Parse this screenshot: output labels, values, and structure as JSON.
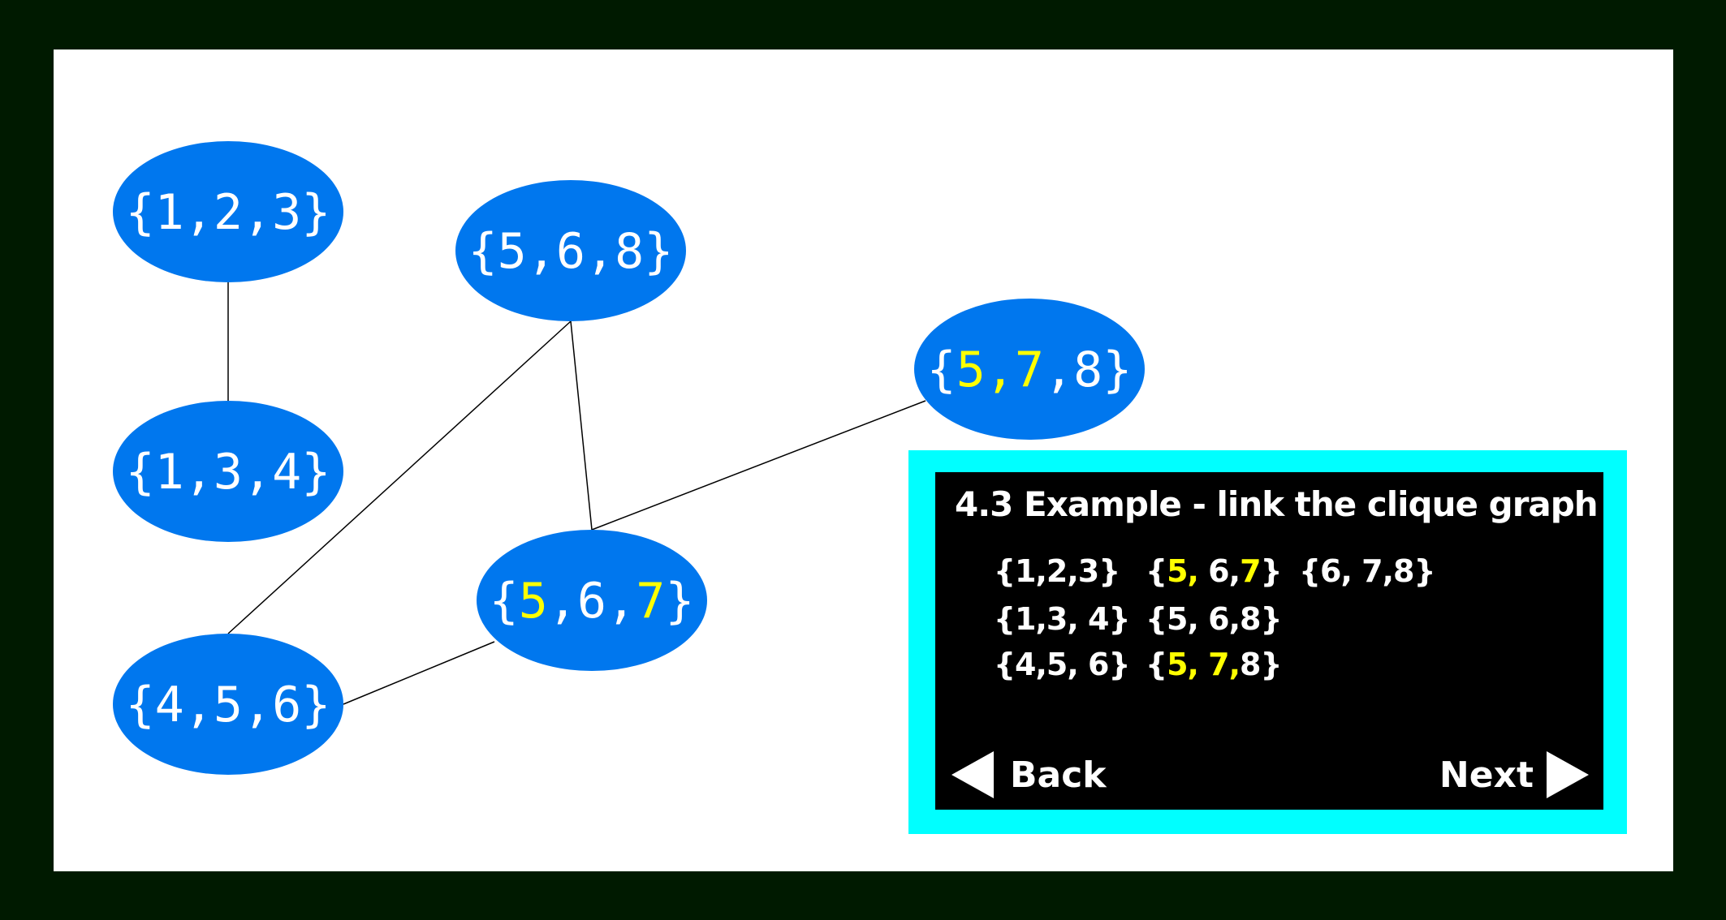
{
  "colors": {
    "frame": "#001a00",
    "canvas": "#ffffff",
    "node_fill": "#0077ee",
    "node_text": "#ffffff",
    "highlight": "#ffff00",
    "panel_border": "#00ffff",
    "panel_bg": "#000000",
    "edge": "#000000"
  },
  "graph": {
    "nodes": [
      {
        "id": "n123",
        "label": "{1,2,3}",
        "parts": [
          {
            "t": "{1,2,3}",
            "hl": false
          }
        ]
      },
      {
        "id": "n134",
        "label": "{1,3,4}",
        "parts": [
          {
            "t": "{1,3,4}",
            "hl": false
          }
        ]
      },
      {
        "id": "n456",
        "label": "{4,5,6}",
        "parts": [
          {
            "t": "{4,5,6}",
            "hl": false
          }
        ]
      },
      {
        "id": "n568",
        "label": "{5,6,8}",
        "parts": [
          {
            "t": "{5,6,8}",
            "hl": false
          }
        ]
      },
      {
        "id": "n567",
        "label": "{5,6,7}",
        "parts": [
          {
            "t": "{",
            "hl": false
          },
          {
            "t": "5",
            "hl": true
          },
          {
            "t": ",6,",
            "hl": false
          },
          {
            "t": "7",
            "hl": true
          },
          {
            "t": "}",
            "hl": false
          }
        ]
      },
      {
        "id": "n578",
        "label": "{5,7,8}",
        "parts": [
          {
            "t": "{",
            "hl": false
          },
          {
            "t": "5,7",
            "hl": true
          },
          {
            "t": ",8}",
            "hl": false
          }
        ]
      }
    ],
    "edges": [
      {
        "from": "n123",
        "to": "n134"
      },
      {
        "from": "n456",
        "to": "n568"
      },
      {
        "from": "n568",
        "to": "n567"
      },
      {
        "from": "n567",
        "to": "n578"
      },
      {
        "from": "n456",
        "to": "n567"
      }
    ]
  },
  "panel": {
    "title": "4.3 Example - link the clique graph",
    "cliques": [
      {
        "id": "c123",
        "parts": [
          {
            "t": "{1,2,3}",
            "hl": false
          }
        ]
      },
      {
        "id": "c134",
        "parts": [
          {
            "t": "{1,3, 4}",
            "hl": false
          }
        ]
      },
      {
        "id": "c456",
        "parts": [
          {
            "t": "{4,5, 6}",
            "hl": false
          }
        ]
      },
      {
        "id": "c567",
        "parts": [
          {
            "t": "{",
            "hl": false
          },
          {
            "t": "5,",
            "hl": true
          },
          {
            "t": " 6,",
            "hl": false
          },
          {
            "t": "7",
            "hl": true
          },
          {
            "t": "}",
            "hl": false
          }
        ]
      },
      {
        "id": "c568",
        "parts": [
          {
            "t": "{5, 6,8}",
            "hl": false
          }
        ]
      },
      {
        "id": "c578",
        "parts": [
          {
            "t": "{",
            "hl": false
          },
          {
            "t": "5, 7,",
            "hl": true
          },
          {
            "t": "8}",
            "hl": false
          }
        ]
      },
      {
        "id": "c678",
        "parts": [
          {
            "t": "{6, 7,8}",
            "hl": false
          }
        ]
      }
    ],
    "back_label": "Back",
    "next_label": "Next"
  }
}
